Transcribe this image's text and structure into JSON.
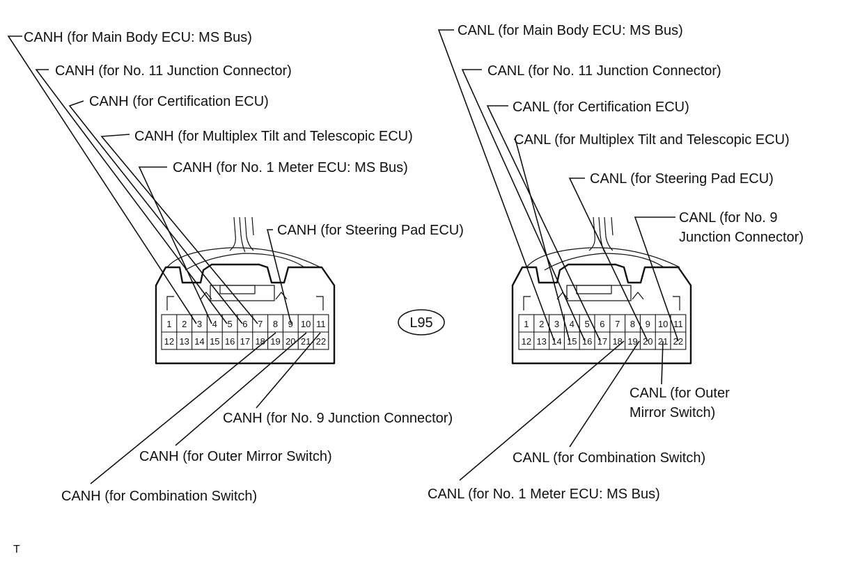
{
  "connector_code": "L95",
  "footer_mark": "T",
  "left_labels": [
    {
      "id": "l-main-body",
      "text": "CANH (for Main Body ECU: MS Bus)"
    },
    {
      "id": "l-jc11",
      "text": "CANH (for No. 11 Junction Connector)"
    },
    {
      "id": "l-cert",
      "text": "CANH (for Certification ECU)"
    },
    {
      "id": "l-tilt",
      "text": "CANH (for Multiplex Tilt and Telescopic ECU)"
    },
    {
      "id": "l-meter",
      "text": "CANH (for No. 1 Meter ECU: MS Bus)"
    },
    {
      "id": "l-steer",
      "text": "CANH (for Steering Pad ECU)"
    },
    {
      "id": "l-jc9",
      "text": "CANH (for No. 9 Junction Connector)"
    },
    {
      "id": "l-mirror",
      "text": "CANH (for Outer Mirror Switch)"
    },
    {
      "id": "l-comb",
      "text": "CANH (for Combination Switch)"
    }
  ],
  "right_labels": [
    {
      "id": "r-main-body",
      "text": "CANL (for Main Body ECU: MS Bus)"
    },
    {
      "id": "r-jc11",
      "text": "CANL (for No. 11 Junction Connector)"
    },
    {
      "id": "r-cert",
      "text": "CANL (for Certification ECU)"
    },
    {
      "id": "r-tilt",
      "text": "CANL (for Multiplex Tilt and Telescopic ECU)"
    },
    {
      "id": "r-steer",
      "text": "CANL (for Steering Pad ECU)"
    },
    {
      "id": "r-jc9-1",
      "text": "CANL (for No. 9"
    },
    {
      "id": "r-jc9-2",
      "text": "Junction Connector)"
    },
    {
      "id": "r-mirror-1",
      "text": "CANL (for Outer"
    },
    {
      "id": "r-mirror-2",
      "text": "Mirror Switch)"
    },
    {
      "id": "r-comb",
      "text": "CANL (for Combination Switch)"
    },
    {
      "id": "r-meter",
      "text": "CANL (for No. 1 Meter ECU: MS Bus)"
    }
  ],
  "pins_top": [
    "1",
    "2",
    "3",
    "4",
    "5",
    "6",
    "7",
    "8",
    "9",
    "10",
    "11"
  ],
  "pins_bottom": [
    "12",
    "13",
    "14",
    "15",
    "16",
    "17",
    "18",
    "19",
    "20",
    "21",
    "22"
  ],
  "left_wires": [
    {
      "label": "l-main-body",
      "pin": 3
    },
    {
      "label": "l-jc11",
      "pin": 5
    },
    {
      "label": "l-cert",
      "pin": 6
    },
    {
      "label": "l-tilt",
      "pin": 7
    },
    {
      "label": "l-meter",
      "pin": 4
    },
    {
      "label": "l-steer",
      "pin": 9
    },
    {
      "label": "l-jc9",
      "pin": 11
    },
    {
      "label": "l-mirror",
      "pin": 10
    },
    {
      "label": "l-comb",
      "pin": 8
    }
  ],
  "right_wires": [
    {
      "label": "r-main-body",
      "pin": 14
    },
    {
      "label": "r-jc11",
      "pin": 16
    },
    {
      "label": "r-cert",
      "pin": 17
    },
    {
      "label": "r-tilt",
      "pin": 15
    },
    {
      "label": "r-steer",
      "pin": 20
    },
    {
      "label": "r-jc9-1",
      "pin": 22
    },
    {
      "label": "r-mirror-1",
      "pin": 21
    },
    {
      "label": "r-comb",
      "pin": 19
    },
    {
      "label": "r-meter",
      "pin": 18
    }
  ]
}
